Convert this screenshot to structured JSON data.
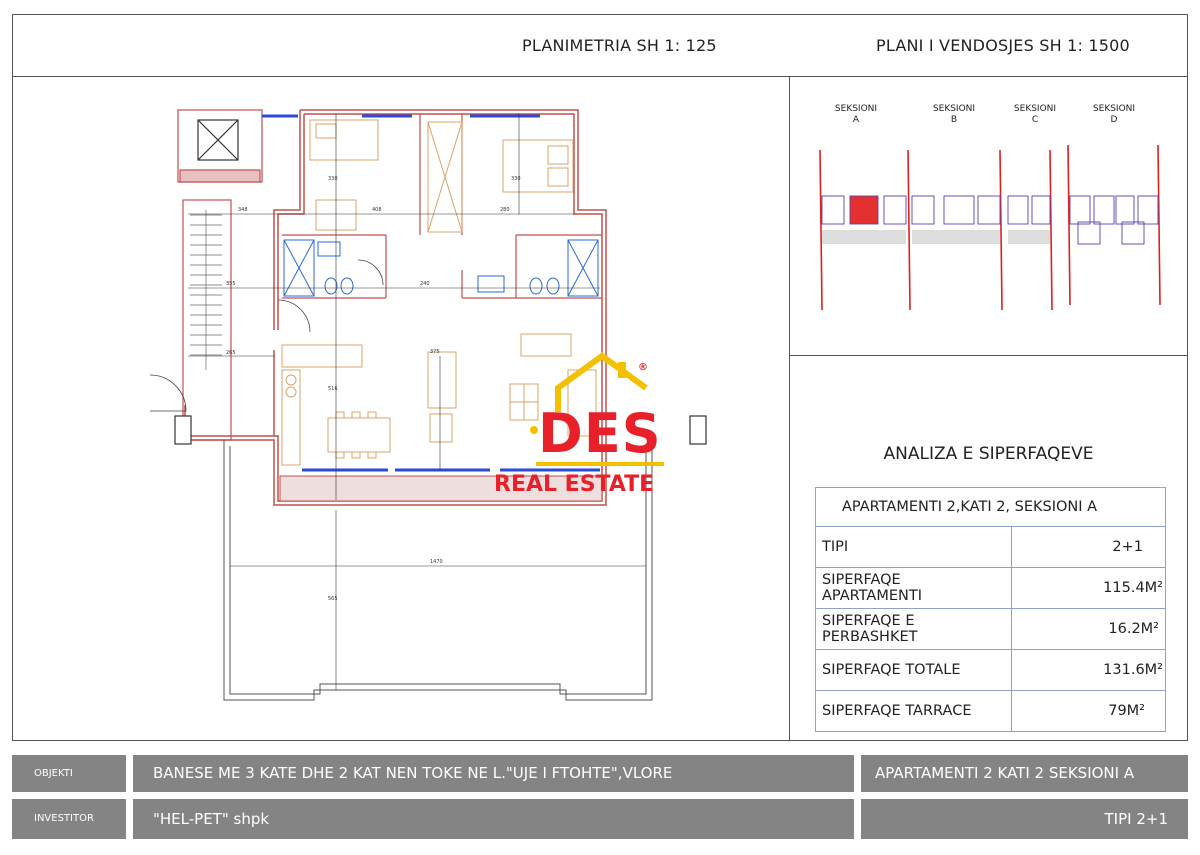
{
  "header": {
    "plan_title": "PLANIMETRIA  SH 1: 125",
    "site_title": "PLANI I VENDOSJES SH 1: 1500"
  },
  "site_plan": {
    "sections": [
      "SEKSIONI\nA",
      "SEKSIONI\nB",
      "SEKSIONI\nC",
      "SEKSIONI\nD"
    ]
  },
  "logo": {
    "main": "DES",
    "sub": "REAL ESTATE",
    "mark": "®",
    "color": "#e8202a",
    "accent": "#f5c000"
  },
  "analysis": {
    "title": "ANALIZA E SIPERFAQEVE",
    "table_header": "APARTAMENTI  2,KATI 2, SEKSIONI A",
    "rows": [
      {
        "label": "TIPI",
        "value": "2+1"
      },
      {
        "label": "SIPERFAQE APARTAMENTI",
        "value": "115.4M²"
      },
      {
        "label": "SIPERFAQE E PERBASHKET",
        "value": "16.2M²"
      },
      {
        "label": "SIPERFAQE TOTALE",
        "value": "131.6M²"
      },
      {
        "label": "SIPERFAQE TARRACE",
        "value": "79M²"
      }
    ]
  },
  "footer": {
    "objekti_label": "OBJEKTI",
    "objekti_value": "BANESE ME 3 KATE DHE 2 KAT NEN TOKE NE L.\"UJE I FTOHTE\",VLORE",
    "apartment_label": "APARTAMENTI  2 KATI 2 SEKSIONI A",
    "investitor_label": "INVESTITOR",
    "investitor_value": "\"HEL-PET\" shpk",
    "tipi_label": "TIPI  2+1"
  },
  "colors": {
    "wall": "#c0504d",
    "window": "#2a4ad8",
    "furniture": "#d9a36a",
    "bath": "#2a6ad8",
    "dim_line": "#333333"
  }
}
